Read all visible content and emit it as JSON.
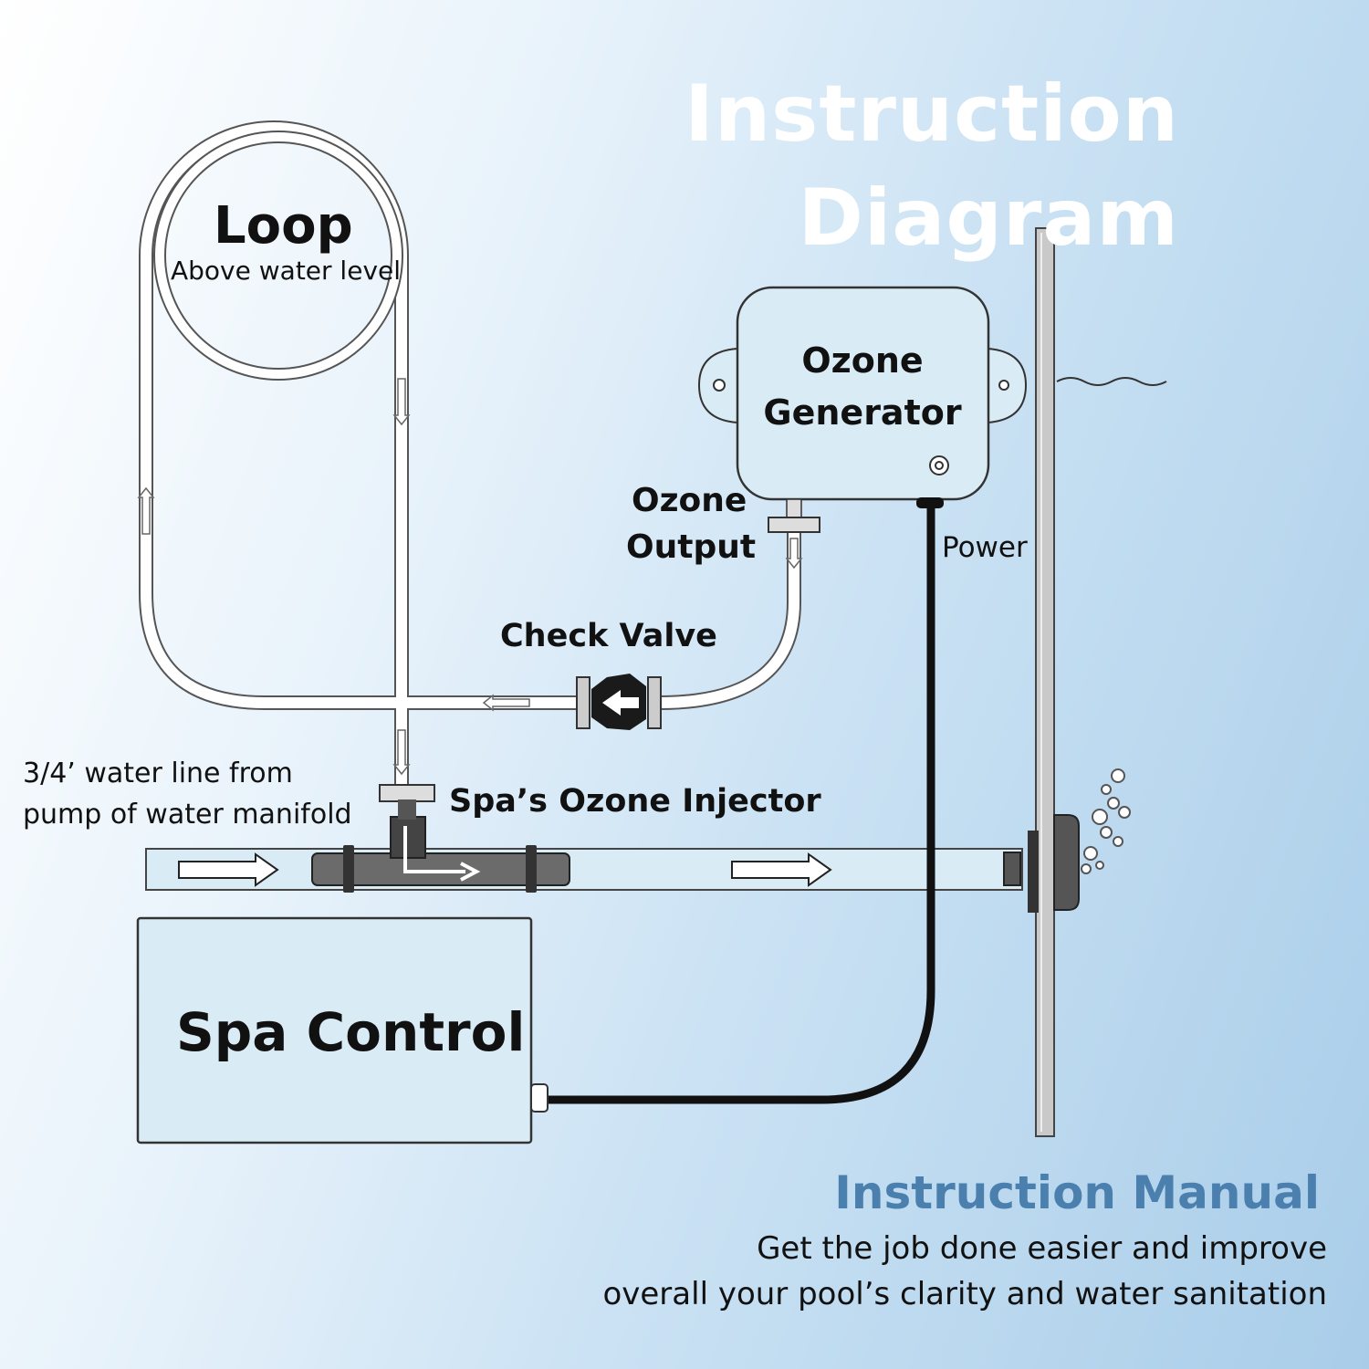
{
  "heading": {
    "line1": "Instruction",
    "line2": "Diagram"
  },
  "labels": {
    "loop": "Loop",
    "loop_note": "Above water level",
    "ozone_generator_line1": "Ozone",
    "ozone_generator_line2": "Generator",
    "ozone_output_line1": "Ozone",
    "ozone_output_line2": "Output",
    "power": "Power",
    "check_valve": "Check Valve",
    "water_line_line1": "3/4’ water line from",
    "water_line_line2": "pump of water manifold",
    "injector": "Spa’s Ozone Injector",
    "spa_control": "Spa Control"
  },
  "manual": {
    "title": "Instruction Manual",
    "desc_line1": "Get the job done easier and improve",
    "desc_line2": "overall your pool’s clarity and water sanitation"
  },
  "colors": {
    "manual_title": "#4a7fae",
    "heading": "#ffffff",
    "pipe_fill": "#d9ecf6",
    "fitting": "#444444",
    "cable": "#111111"
  }
}
